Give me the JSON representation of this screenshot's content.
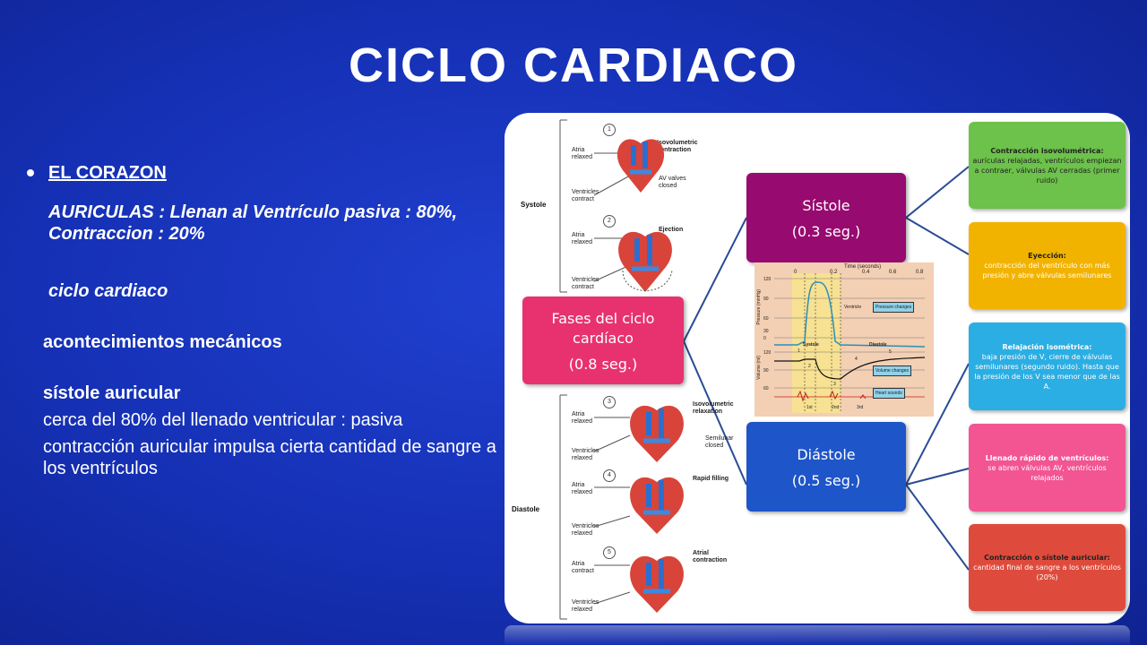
{
  "title": "CICLO CARDIACO",
  "text": {
    "bullet": "EL CORAZON",
    "auriculas": "AURICULAS :  Llenan al Ventrículo pasiva : 80%, Contraccion : 20%",
    "ciclo": "ciclo cardiaco",
    "acontecimientos": "acontecimientos mecánicos",
    "sistole_auricular": "sístole auricular",
    "llenado": "cerca del 80% del llenado ventricular : pasiva",
    "contraccion": "contracción auricular impulsa cierta cantidad de sangre a los ventrículos"
  },
  "colors": {
    "background": "#1530b4",
    "fases": "#e8326f",
    "sistole": "#970a6f",
    "diastole": "#1e55c8",
    "green": "#6cc24a",
    "yellow": "#f2b300",
    "cyan": "#2aaee3",
    "pink": "#f25591",
    "red": "#de4b3c"
  },
  "diagram": {
    "fases": {
      "title": "Fases del  ciclo cardíaco",
      "sub": "(0.8 seg.)"
    },
    "sistole": {
      "title": "Sístole",
      "sub": "(0.3 seg.)"
    },
    "diastole": {
      "title": "Diástole",
      "sub": "(0.5 seg.)"
    },
    "right_boxes": [
      {
        "head": "Contracción isovolumétrica:",
        "body": "aurículas relajadas, ventrículos empiezan a contraer, válvulas AV cerradas (primer ruido)"
      },
      {
        "head": "Eyección:",
        "body": "contracción del ventrículo con más presión y abre válvulas semilunares"
      },
      {
        "head": "Relajación isométrica:",
        "body": "baja presión de V, cierre de válvulas semilunares (segundo ruido). Hasta que la presión de los V sea menor que de las A."
      },
      {
        "head": "Llenado rápido de ventrículos:",
        "body": "se abren válvulas AV, ventrículos relajados"
      },
      {
        "head": "Contracción o sístole auricular:",
        "body": "cantidad final de sangre a los ventrículos (20%)"
      }
    ],
    "heart_panel": {
      "systole": "Systole",
      "diastole": "Diastole",
      "atria_relaxed": "Atria relaxed",
      "atria_contract": "Atria contract",
      "ventricles_contract": "Ventricles contract",
      "ventricles_relaxed": "Ventricles relaxed",
      "av_valves_closed": "AV valves closed",
      "semilunar_closed": "Semilunar closed",
      "steps": [
        "1",
        "2",
        "3",
        "4",
        "5"
      ],
      "phases": [
        "Isovolumetric contraction",
        "Ejection",
        "Isovolumetric relaxation",
        "Rapid filling",
        "Atrial contraction"
      ]
    },
    "wiggers": {
      "time_label": "Time (seconds)",
      "time_ticks": [
        "0",
        "0.2",
        "0.4",
        "0.6",
        "0.8"
      ],
      "pressure_label": "Pressure (mmHg)",
      "pressure_ticks": [
        "120",
        "90",
        "60",
        "30",
        "0"
      ],
      "volume_label": "Volume (ml)",
      "volume_ticks": [
        "120",
        "90",
        "60"
      ],
      "ventricle": "Ventricle",
      "systole": "Systole",
      "diastole": "Diastole",
      "pressure_changes": "Pressure changes",
      "volume_changes": "Volume changes",
      "heart_sounds": "Heart sounds",
      "sounds": [
        "1st",
        "2nd",
        "3rd"
      ],
      "markers": [
        "1",
        "2",
        "3",
        "4",
        "5"
      ]
    }
  }
}
